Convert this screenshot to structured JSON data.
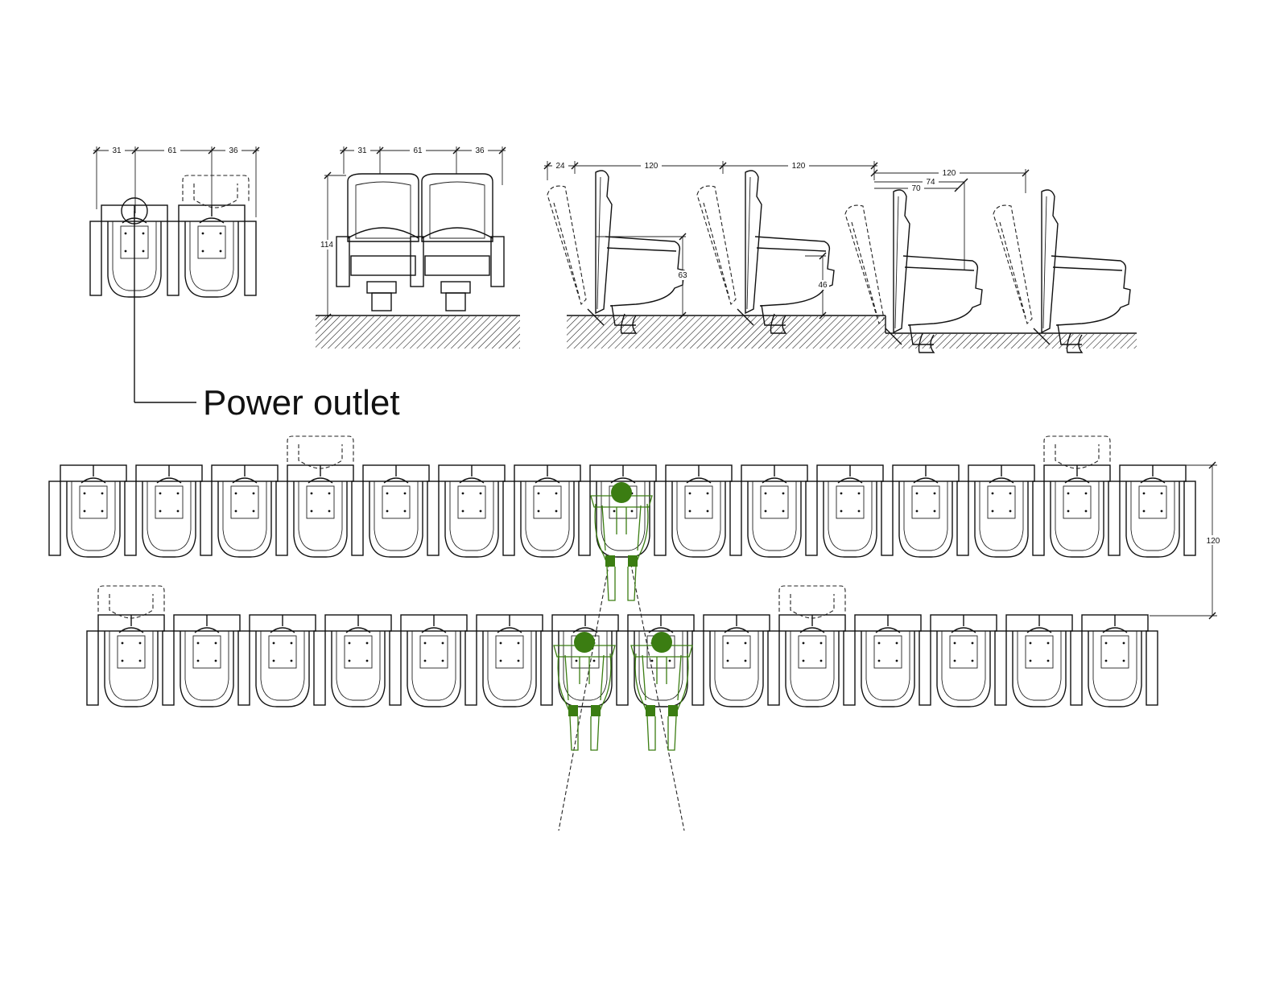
{
  "labels": {
    "power_outlet": "Power outlet"
  },
  "plan_detail_dims": [
    "31",
    "61",
    "36"
  ],
  "front_view_dims": [
    "31",
    "61",
    "36",
    "114"
  ],
  "side_view_dims": {
    "top_offset": "24",
    "spacing_a": "120",
    "spacing_b": "120",
    "spacing_c": "120",
    "clear_a": "74",
    "clear_b": "70",
    "seat_height_1": "63",
    "seat_height_2": "46"
  },
  "row_spacing_dim": "120",
  "colors": {
    "line": "#111111",
    "figure": "#3b7d12"
  },
  "icons": [
    "seat-icon",
    "power-outlet-icon",
    "person-figure-icon"
  ]
}
